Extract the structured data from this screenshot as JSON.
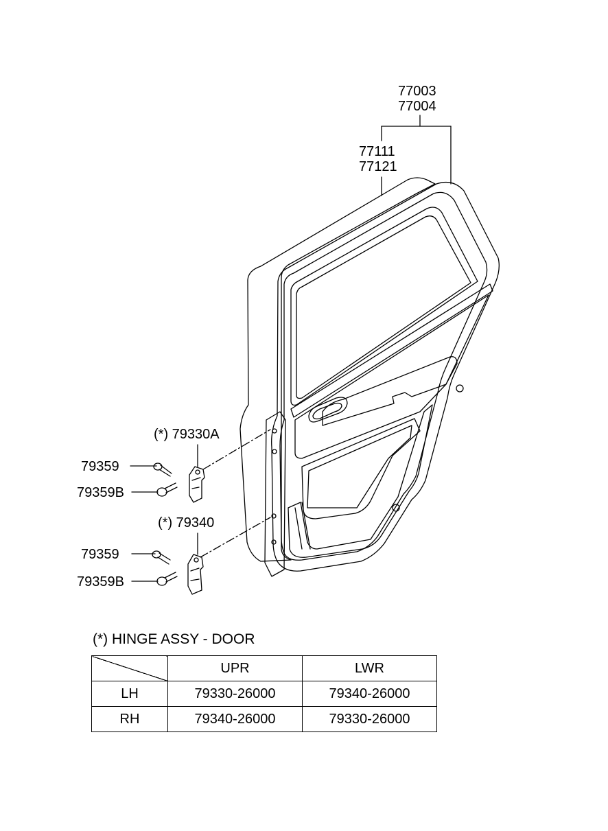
{
  "callouts": {
    "door_assy_lh": "77003",
    "door_assy_rh": "77004",
    "panel_lh": "77111",
    "panel_rh": "77121",
    "upper_hinge": "(*) 79330A",
    "upper_bolt_a": "79359",
    "upper_bolt_b": "79359B",
    "lower_hinge": "(*) 79340",
    "lower_bolt_a": "79359",
    "lower_bolt_b": "79359B"
  },
  "hinge_note": "(*) HINGE ASSY - DOOR",
  "hinge_table": {
    "headers": [
      "UPR",
      "LWR"
    ],
    "rows": [
      {
        "side": "LH",
        "upr": "79330-26000",
        "lwr": "79340-26000"
      },
      {
        "side": "RH",
        "upr": "79340-26000",
        "lwr": "79330-26000"
      }
    ]
  }
}
